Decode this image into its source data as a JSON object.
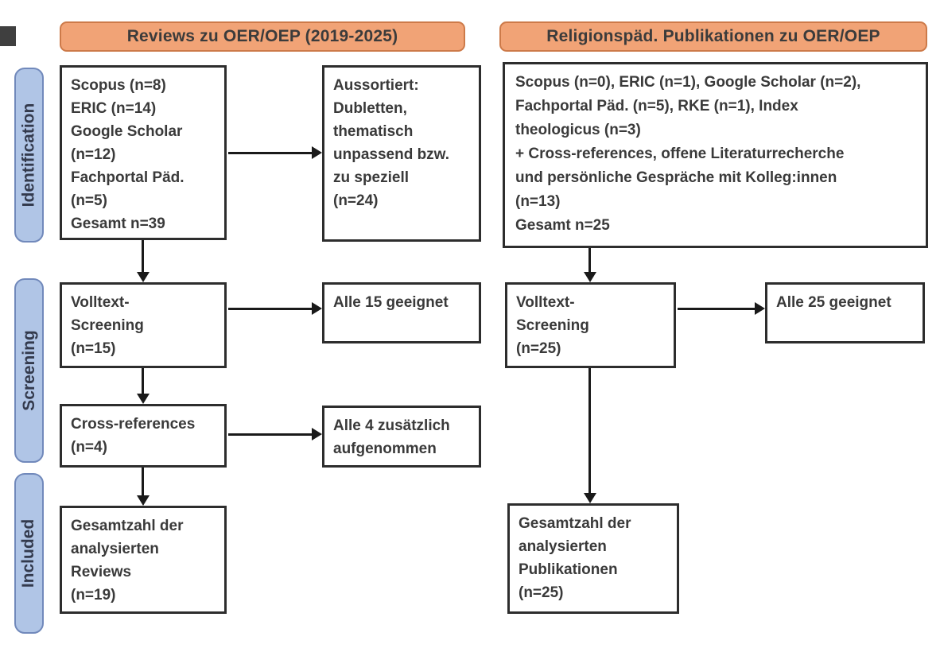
{
  "headers": {
    "left": "Reviews zu OER/OEP (2019-2025)",
    "right": "Religionspäd. Publikationen zu OER/OEP"
  },
  "stages": [
    {
      "label": "Identification"
    },
    {
      "label": "Screening"
    },
    {
      "label": "Included"
    }
  ],
  "left_column": {
    "sources_box": "Scopus (n=8)\nERIC (n=14)\nGoogle Scholar\n(n=12)\nFachportal Päd.\n(n=5)\nGesamt n=39",
    "excluded_box": "Aussortiert:\nDubletten,\nthematisch\nunpassend bzw.\nzu speziell\n(n=24)",
    "fulltext_box": "Volltext-\nScreening\n(n=15)",
    "eligible_box": "Alle 15 geeignet",
    "crossref_box": "Cross-references\n(n=4)",
    "added_box": "Alle 4 zusätzlich\naufgenommen",
    "total_box": "Gesamtzahl der\nanalysierten\nReviews\n(n=19)"
  },
  "right_column": {
    "sources_box": "Scopus (n=0), ERIC (n=1), Google Scholar (n=2),\nFachportal Päd. (n=5), RKE (n=1), Index\ntheologicus (n=3)\n+ Cross-references, offene Literaturrecherche\nund persönliche Gespräche mit Kolleg:innen\n(n=13)\nGesamt n=25",
    "fulltext_box": "Volltext-\nScreening\n(n=25)",
    "eligible_box": "Alle 25 geeignet",
    "total_box": "Gesamtzahl der\nanalysierten\nPublikationen\n(n=25)"
  },
  "colors": {
    "header_fill": "#f1a376",
    "header_border": "#cd7a49",
    "stage_fill": "#b0c5e6",
    "stage_border": "#7189bb",
    "box_border": "#2d2d2d",
    "arrow": "#1a1a1a",
    "text": "#3a3a3a"
  }
}
